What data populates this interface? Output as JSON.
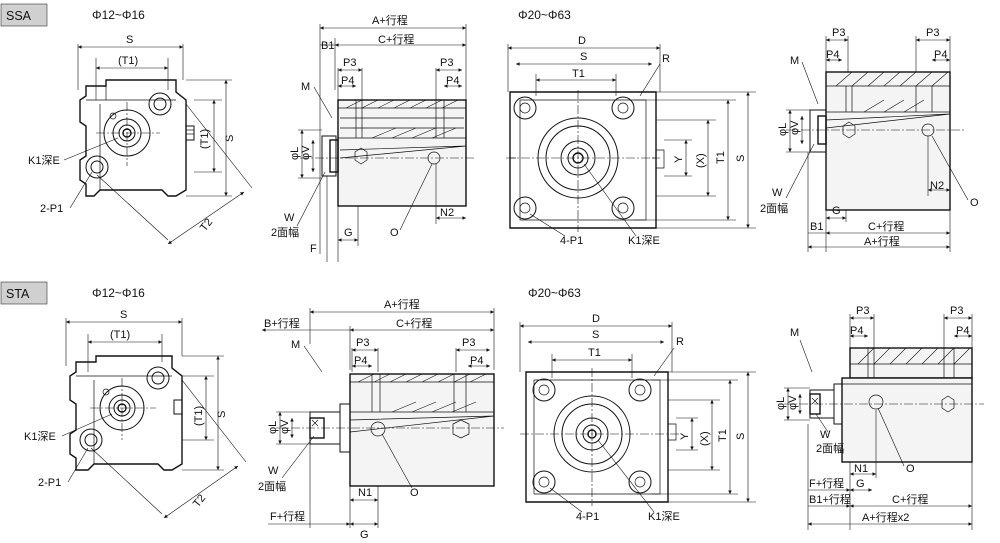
{
  "sections": [
    {
      "tag": "SSA",
      "diameter_range": "Φ12~Φ16",
      "diameter_range_large": "Φ20~Φ63"
    },
    {
      "tag": "STA",
      "diameter_range": "Φ12~Φ16",
      "diameter_range_large": "Φ20~Φ63"
    }
  ],
  "labels": {
    "S": "S",
    "T1p": "(T1)",
    "T1": "T1",
    "T2": "T2",
    "D": "D",
    "R": "R",
    "Xp": "(X)",
    "Y": "Y",
    "K1": "K1深E",
    "P1_2": "2-P1",
    "P1_4": "4-P1",
    "A_stroke": "A+行程",
    "A_stroke_x2": "A+行程x2",
    "B_stroke": "B+行程",
    "B1_stroke": "B1+行程",
    "C_stroke": "C+行程",
    "F_stroke": "F+行程",
    "B1": "B1",
    "M": "M",
    "P3": "P3",
    "P4": "P4",
    "phiL": "φL",
    "phiV": "φV",
    "W": "W",
    "flats": "2面幅",
    "F": "F",
    "G": "G",
    "O": "O",
    "N1": "N1",
    "N2": "N2"
  }
}
